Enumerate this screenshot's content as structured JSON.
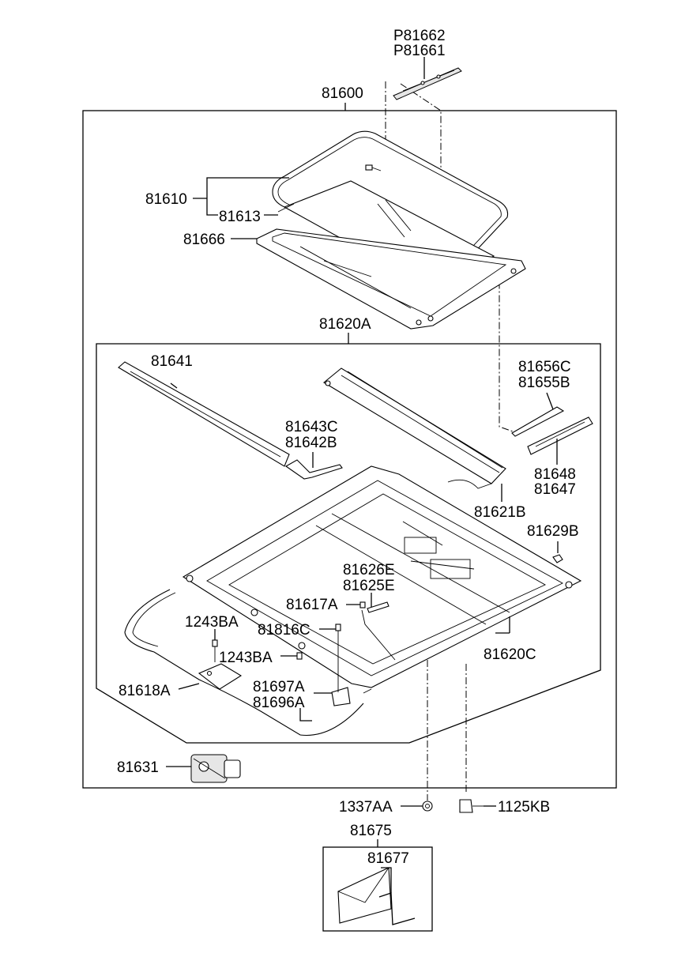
{
  "labels": {
    "p81662": "P81662",
    "p81661": "P81661",
    "l81600": "81600",
    "l81610": "81610",
    "l81613": "81613",
    "l81666": "81666",
    "l81620a": "81620A",
    "l81641": "81641",
    "l81656c": "81656C",
    "l81655b": "81655B",
    "l81643c": "81643C",
    "l81642b": "81642B",
    "l81648": "81648",
    "l81647": "81647",
    "l81621b": "81621B",
    "l81629b": "81629B",
    "l81626e": "81626E",
    "l81625e": "81625E",
    "l81617a": "81617A",
    "l1243ba_1": "1243BA",
    "l81816c": "81816C",
    "l1243ba_2": "1243BA",
    "l81620c": "81620C",
    "l81618a": "81618A",
    "l81697a": "81697A",
    "l81696a": "81696A",
    "l81631": "81631",
    "l1337aa": "1337AA",
    "l1125kb": "1125KB",
    "l81675": "81675",
    "l81677": "81677"
  }
}
